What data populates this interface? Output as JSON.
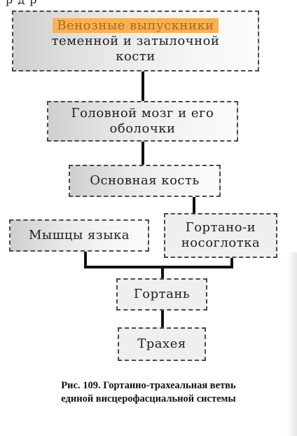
{
  "top_text": "р                        д               р",
  "nodes": {
    "venous": {
      "highlight": "Венозные выпускники",
      "line2": "теменной и затылочной",
      "line3": "кости"
    },
    "brain": {
      "line1": "Головной мозг и его",
      "line2": "оболочки"
    },
    "sphenoid": {
      "line1": "Основная кость"
    },
    "tongue": {
      "line1": "Мышцы языка"
    },
    "pharynx": {
      "line1": "Гортано-и",
      "line2": "носоглотка"
    },
    "larynx": {
      "line1": "Гортань"
    },
    "trachea": {
      "line1": "Трахея"
    }
  },
  "caption": {
    "line1": "Рис. 109.  Гортанно-трахеальная ветвь",
    "line2": "единой висцерофасциальной системы"
  },
  "colors": {
    "highlight_bg": "#f6b253",
    "highlight_text": "#b5651d",
    "border": "#4a4a4a",
    "connector": "#111111"
  }
}
